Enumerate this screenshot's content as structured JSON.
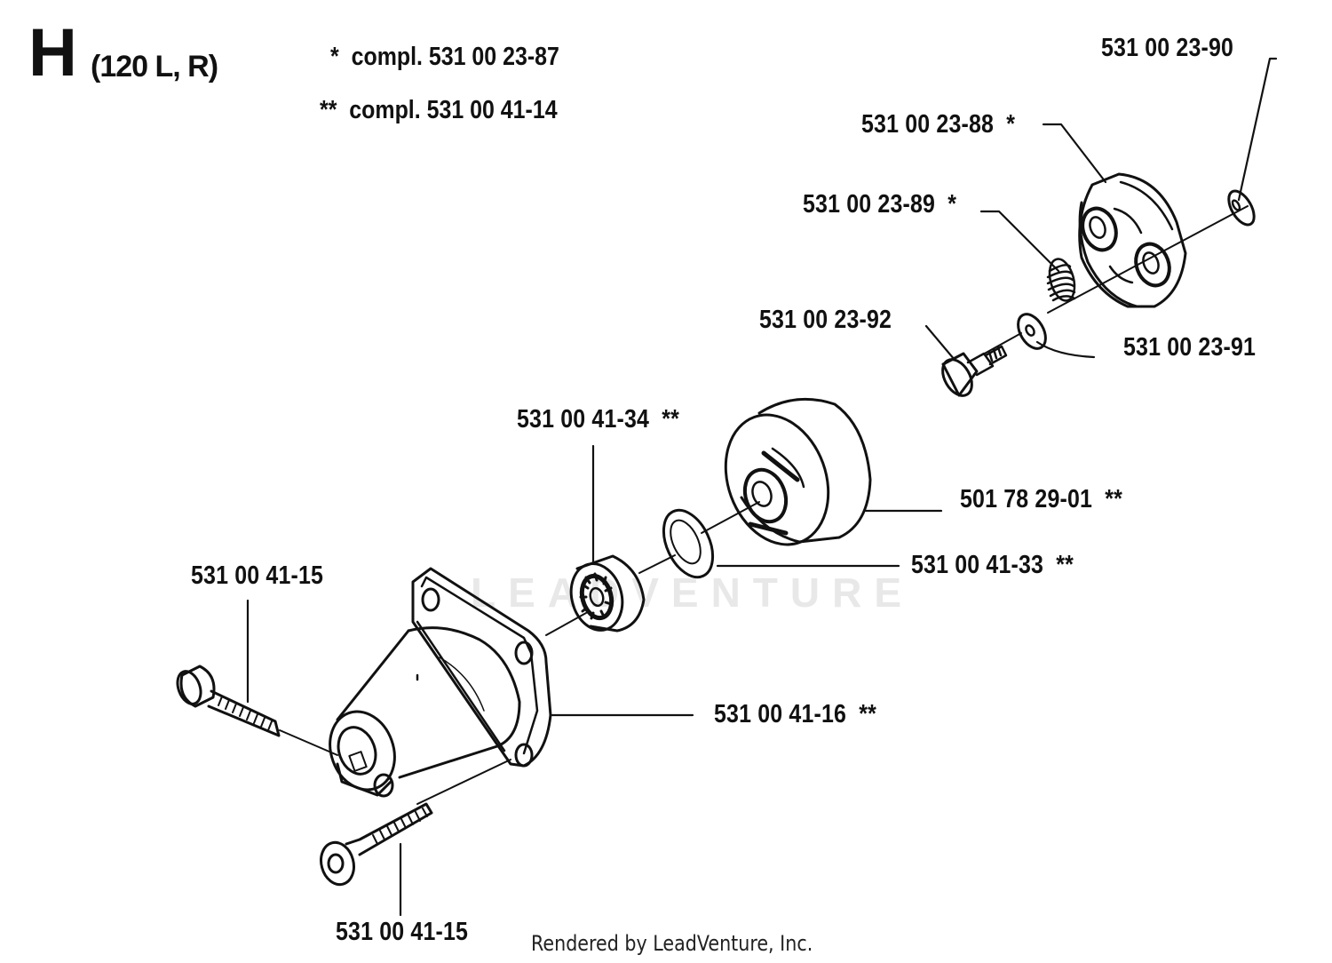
{
  "diagram": {
    "section_letter": "H",
    "model": "(120 L, R)",
    "notes": [
      {
        "marker": "*",
        "text": "compl. 531 00 23-87"
      },
      {
        "marker": "**",
        "text": "compl. 531 00 41-14"
      }
    ],
    "parts": [
      {
        "id": "p1",
        "label": "531 00 23-90",
        "marker": ""
      },
      {
        "id": "p2",
        "label": "531 00 23-88",
        "marker": "*"
      },
      {
        "id": "p3",
        "label": "531 00 23-89",
        "marker": "*"
      },
      {
        "id": "p4",
        "label": "531 00 23-92",
        "marker": ""
      },
      {
        "id": "p5",
        "label": "531 00 23-91",
        "marker": ""
      },
      {
        "id": "p6",
        "label": "531 00 41-34",
        "marker": "**"
      },
      {
        "id": "p7",
        "label": "501 78 29-01",
        "marker": "**"
      },
      {
        "id": "p8",
        "label": "531 00 41-33",
        "marker": "**"
      },
      {
        "id": "p9",
        "label": "531 00 41-15",
        "marker": ""
      },
      {
        "id": "p10",
        "label": "531 00 41-16",
        "marker": "**"
      },
      {
        "id": "p11",
        "label": "531 00 41-15",
        "marker": ""
      }
    ],
    "watermark": "LEADVENTURE",
    "footer": "Rendered by LeadVenture, Inc."
  }
}
